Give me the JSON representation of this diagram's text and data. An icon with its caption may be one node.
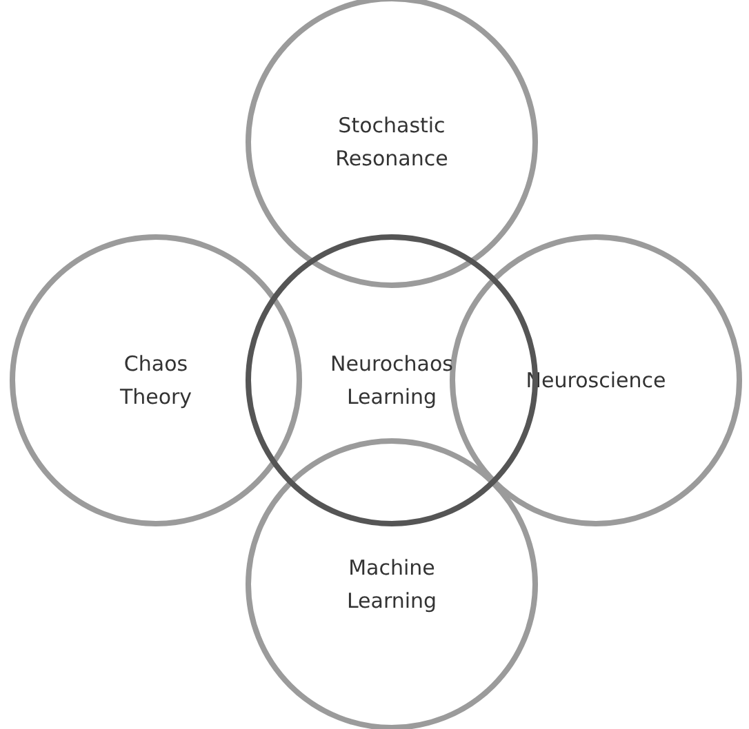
{
  "diagram": {
    "nodes": [
      {
        "text": [
          "Stochastic Resonance"
        ]
      },
      {
        "text": [
          "Chaos Theory"
        ]
      },
      {
        "text": [
          "Neurochaos Learning"
        ]
      },
      {
        "text": [
          "Neuroscience"
        ]
      },
      {
        "text": [
          "Machine Learning"
        ]
      }
    ]
  }
}
